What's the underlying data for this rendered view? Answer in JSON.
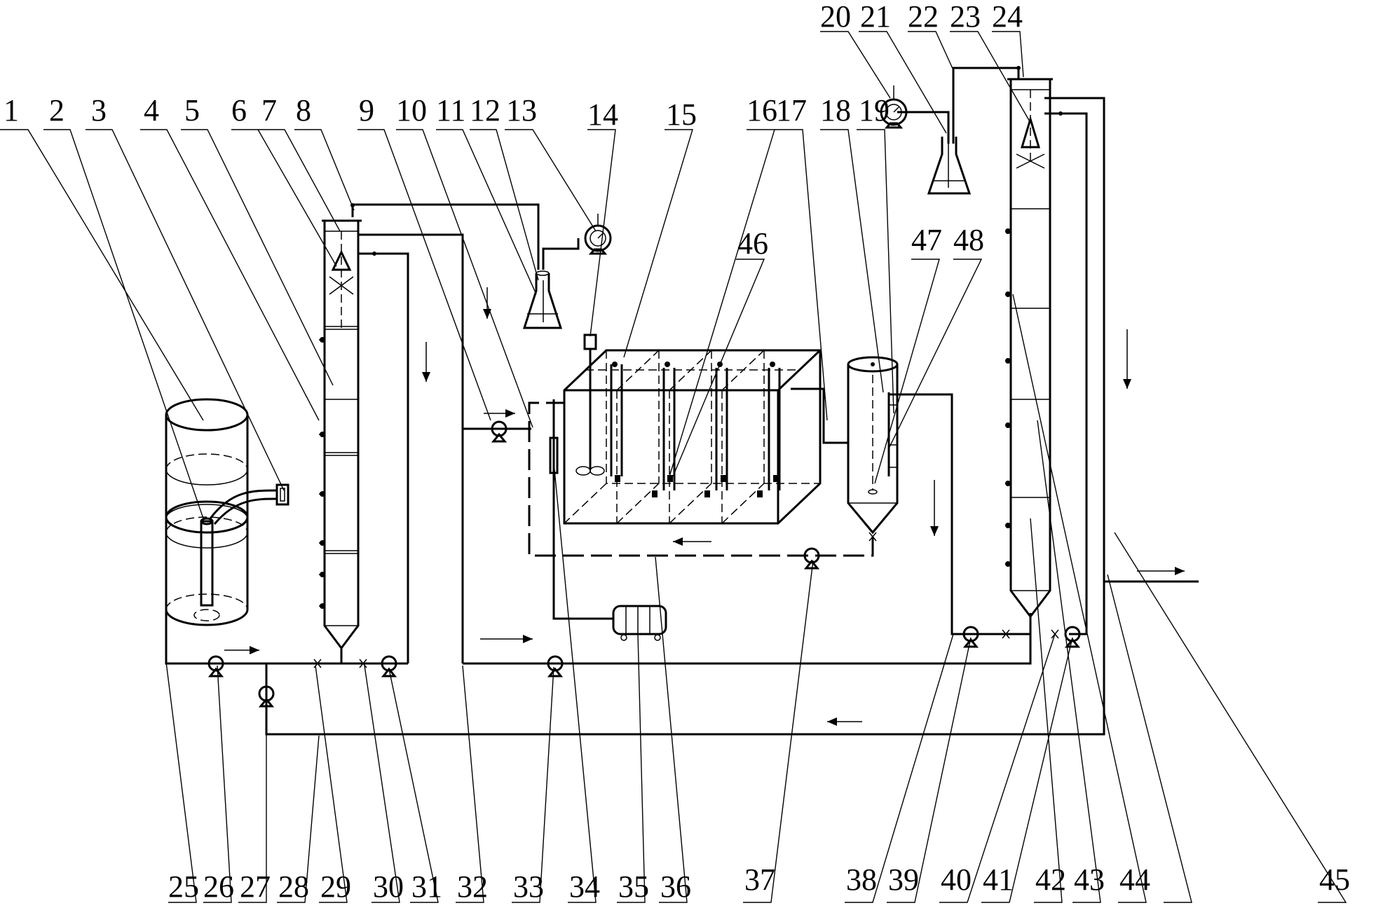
{
  "labels": {
    "top": [
      {
        "id": "1",
        "text": "1"
      },
      {
        "id": "2",
        "text": "2"
      },
      {
        "id": "3",
        "text": "3"
      },
      {
        "id": "4",
        "text": "4"
      },
      {
        "id": "5",
        "text": "5"
      },
      {
        "id": "6",
        "text": "6"
      },
      {
        "id": "7",
        "text": "7"
      },
      {
        "id": "8",
        "text": "8"
      },
      {
        "id": "9",
        "text": "9"
      },
      {
        "id": "10",
        "text": "10"
      },
      {
        "id": "11",
        "text": "11"
      },
      {
        "id": "12",
        "text": "12"
      },
      {
        "id": "13",
        "text": "13"
      },
      {
        "id": "14",
        "text": "14"
      },
      {
        "id": "15",
        "text": "15"
      },
      {
        "id": "16",
        "text": "16"
      },
      {
        "id": "17",
        "text": "17"
      },
      {
        "id": "18",
        "text": "18"
      },
      {
        "id": "19",
        "text": "19"
      },
      {
        "id": "20",
        "text": "20"
      },
      {
        "id": "21",
        "text": "21"
      },
      {
        "id": "22",
        "text": "22"
      },
      {
        "id": "23",
        "text": "23"
      },
      {
        "id": "24",
        "text": "24"
      }
    ],
    "bottom": [
      {
        "id": "25",
        "text": "25"
      },
      {
        "id": "26",
        "text": "26"
      },
      {
        "id": "27",
        "text": "27"
      },
      {
        "id": "28",
        "text": "28"
      },
      {
        "id": "29",
        "text": "29"
      },
      {
        "id": "30",
        "text": "30"
      },
      {
        "id": "31",
        "text": "31"
      },
      {
        "id": "32",
        "text": "32"
      },
      {
        "id": "33",
        "text": "33"
      },
      {
        "id": "34",
        "text": "34"
      },
      {
        "id": "35",
        "text": "35"
      },
      {
        "id": "36",
        "text": "36"
      },
      {
        "id": "37",
        "text": "37"
      },
      {
        "id": "38",
        "text": "38"
      },
      {
        "id": "39",
        "text": "39"
      },
      {
        "id": "40",
        "text": "40"
      },
      {
        "id": "41",
        "text": "41"
      },
      {
        "id": "42",
        "text": "42"
      },
      {
        "id": "43",
        "text": "43"
      },
      {
        "id": "44",
        "text": "44"
      },
      {
        "id": "45",
        "text": "45"
      }
    ],
    "inner": [
      {
        "id": "46",
        "text": "46"
      },
      {
        "id": "47",
        "text": "47"
      },
      {
        "id": "48",
        "text": "48"
      }
    ]
  }
}
